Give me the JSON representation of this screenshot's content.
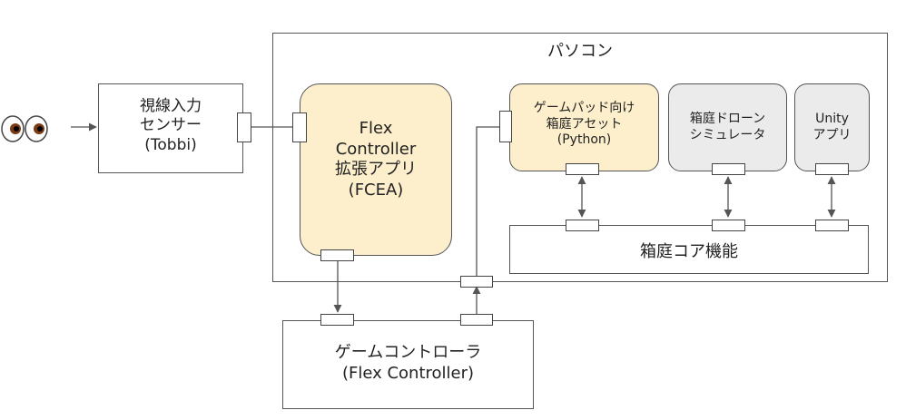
{
  "pc": {
    "label": "パソコン"
  },
  "sensor": {
    "lines": [
      "視線入力",
      "センサー",
      "(Tobbi)"
    ]
  },
  "fcea": {
    "lines": [
      "Flex",
      "Controller",
      "拡張アプリ",
      "(FCEA)"
    ]
  },
  "gamepad_asset": {
    "lines": [
      "ゲームパッド向け",
      "箱庭アセット",
      "(Python)"
    ]
  },
  "drone_sim": {
    "lines": [
      "箱庭ドローン",
      "シミュレータ"
    ]
  },
  "unity_app": {
    "lines": [
      "Unity",
      "アプリ"
    ]
  },
  "core": {
    "label": "箱庭コア機能"
  },
  "controller": {
    "lines": [
      "ゲームコントローラ",
      "(Flex Controller)"
    ]
  },
  "eyes": {
    "icon": "eyes-icon",
    "glyph": "👀"
  },
  "colors": {
    "fcea_fill": "#fdefcc",
    "gamepad_fill": "#fdefcc",
    "gray_fill": "#ebebeb",
    "line": "#555555"
  }
}
